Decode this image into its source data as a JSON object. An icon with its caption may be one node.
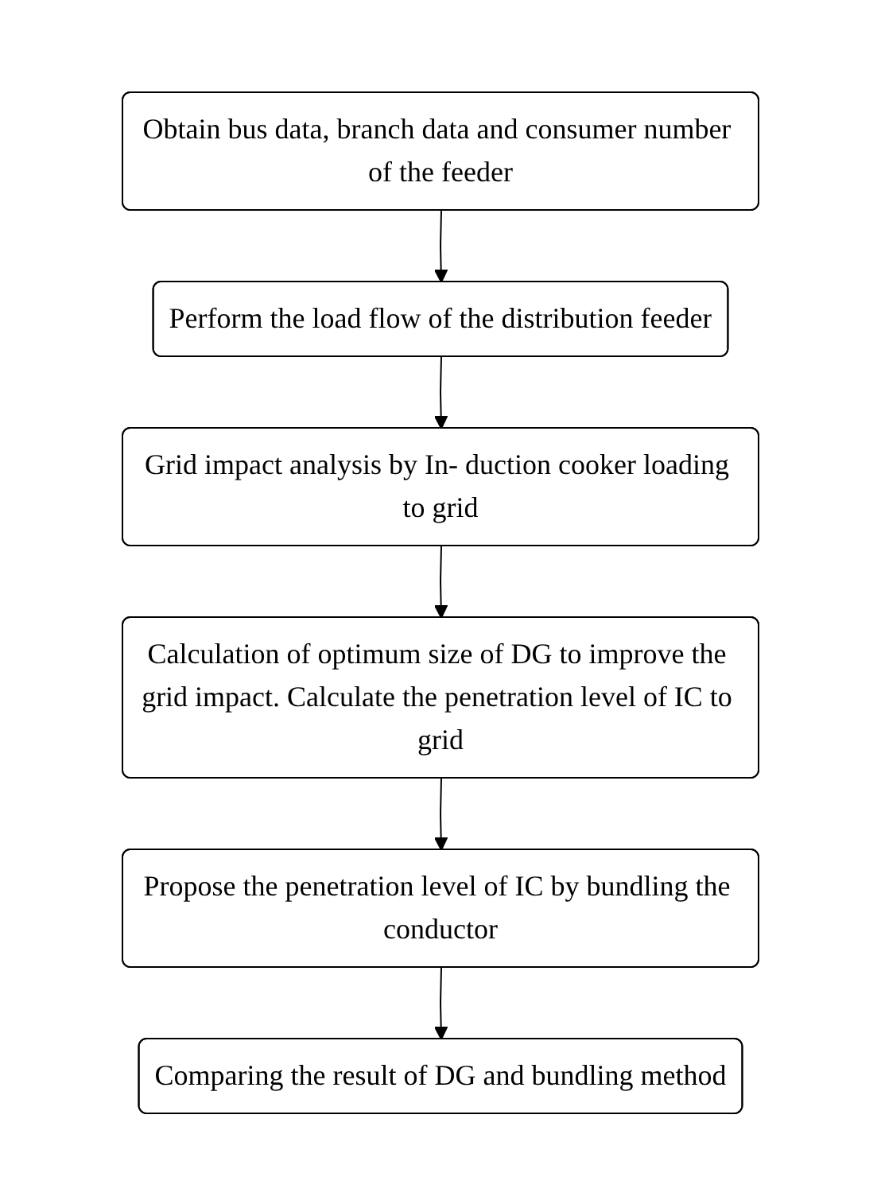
{
  "diagram": {
    "nodes": [
      {
        "text": [
          "Obtain bus data, branch data and consumer number of the feeder"
        ]
      },
      {
        "text": [
          "Perform the load flow of the distribution feeder"
        ]
      },
      {
        "text": [
          "Grid impact analysis by In- duction cooker loading to grid"
        ]
      },
      {
        "text": [
          "Calculation of optimum size of DG to improve the grid impact. Calculate the penetration level of IC to grid"
        ]
      },
      {
        "text": [
          "Propose the penetration level of IC by bundling the conductor"
        ]
      },
      {
        "text": [
          "Comparing the result of DG and bundling method"
        ]
      }
    ],
    "edges": [
      {
        "from": 0,
        "to": 1,
        "arrow": "to"
      },
      {
        "from": 1,
        "to": 2,
        "arrow": "to"
      },
      {
        "from": 2,
        "to": 3,
        "arrow": "to"
      },
      {
        "from": 3,
        "to": 4,
        "arrow": "to"
      },
      {
        "from": 4,
        "to": 5,
        "arrow": "to"
      }
    ]
  }
}
